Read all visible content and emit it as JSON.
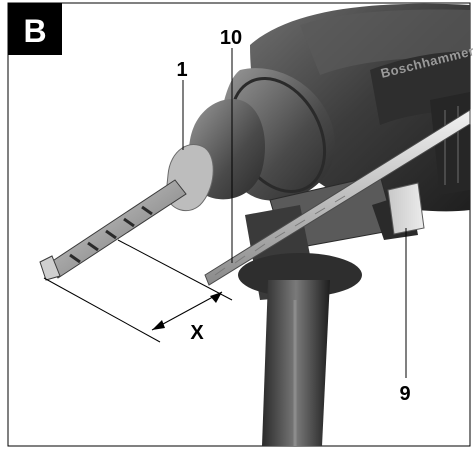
{
  "section_label": "B",
  "brand_text": "Boschhammer",
  "callouts": {
    "drill_bit": "1",
    "depth_stop_rod": "10",
    "clamp_button": "9"
  },
  "dimension_label": "X"
}
